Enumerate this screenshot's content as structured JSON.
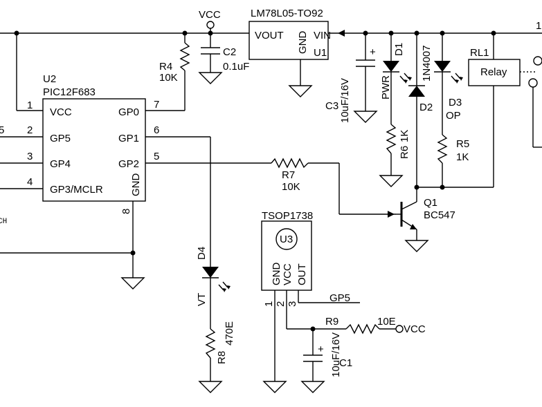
{
  "supply": {
    "vcc": "VCC",
    "one": "1"
  },
  "regulator": {
    "name": "LM78L05-TO92",
    "vout": "VOUT",
    "gnd": "GND",
    "vin": "VIN",
    "ref": "U1"
  },
  "c2": {
    "ref": "C2",
    "value": "0.1uF"
  },
  "r4": {
    "ref": "R4",
    "value": "10K"
  },
  "mcu": {
    "ref": "U2",
    "name": "PIC12F683",
    "pins": {
      "vcc": "VCC",
      "gp5": "GP5",
      "gp4": "GP4",
      "gp3": "GP3/MCLR",
      "gp0": "GP0",
      "gp1": "GP1",
      "gp2": "GP2",
      "gnd": "GND"
    },
    "pin_numbers": {
      "p1": "1",
      "p2": "2",
      "p3": "3",
      "p4": "4",
      "p5": "5",
      "p6": "6",
      "p7": "7",
      "p8": "8"
    },
    "left_stub": "5",
    "switch_fragment": "CH"
  },
  "c3": {
    "ref": "C3",
    "value": "10uF/16V",
    "plus": "+"
  },
  "d1": {
    "ref": "D1",
    "label": "PWR"
  },
  "d2": {
    "ref": "D2",
    "part": "1N4007"
  },
  "d3": {
    "ref": "D3",
    "label": "OP"
  },
  "r6": {
    "ref": "R6",
    "value": "1K"
  },
  "r5": {
    "ref": "R5",
    "value": "1K"
  },
  "relay": {
    "ref": "RL1",
    "label": "Relay"
  },
  "r7": {
    "ref": "R7",
    "value": "10K"
  },
  "q1": {
    "ref": "Q1",
    "part": "BC547"
  },
  "tsop": {
    "name": "TSOP1738",
    "ref": "U3",
    "gnd": "GND",
    "vcc": "VCC",
    "out": "OUT",
    "p1": "1",
    "p2": "2",
    "p3": "3",
    "net": "GP5"
  },
  "d4": {
    "ref": "D4",
    "label": "VT"
  },
  "r8": {
    "ref": "R8",
    "value": "470E"
  },
  "r9": {
    "ref": "R9",
    "value": "10E",
    "vcc": "VCC"
  },
  "c1": {
    "ref": "C1",
    "value": "10uF/16V",
    "plus": "+"
  }
}
